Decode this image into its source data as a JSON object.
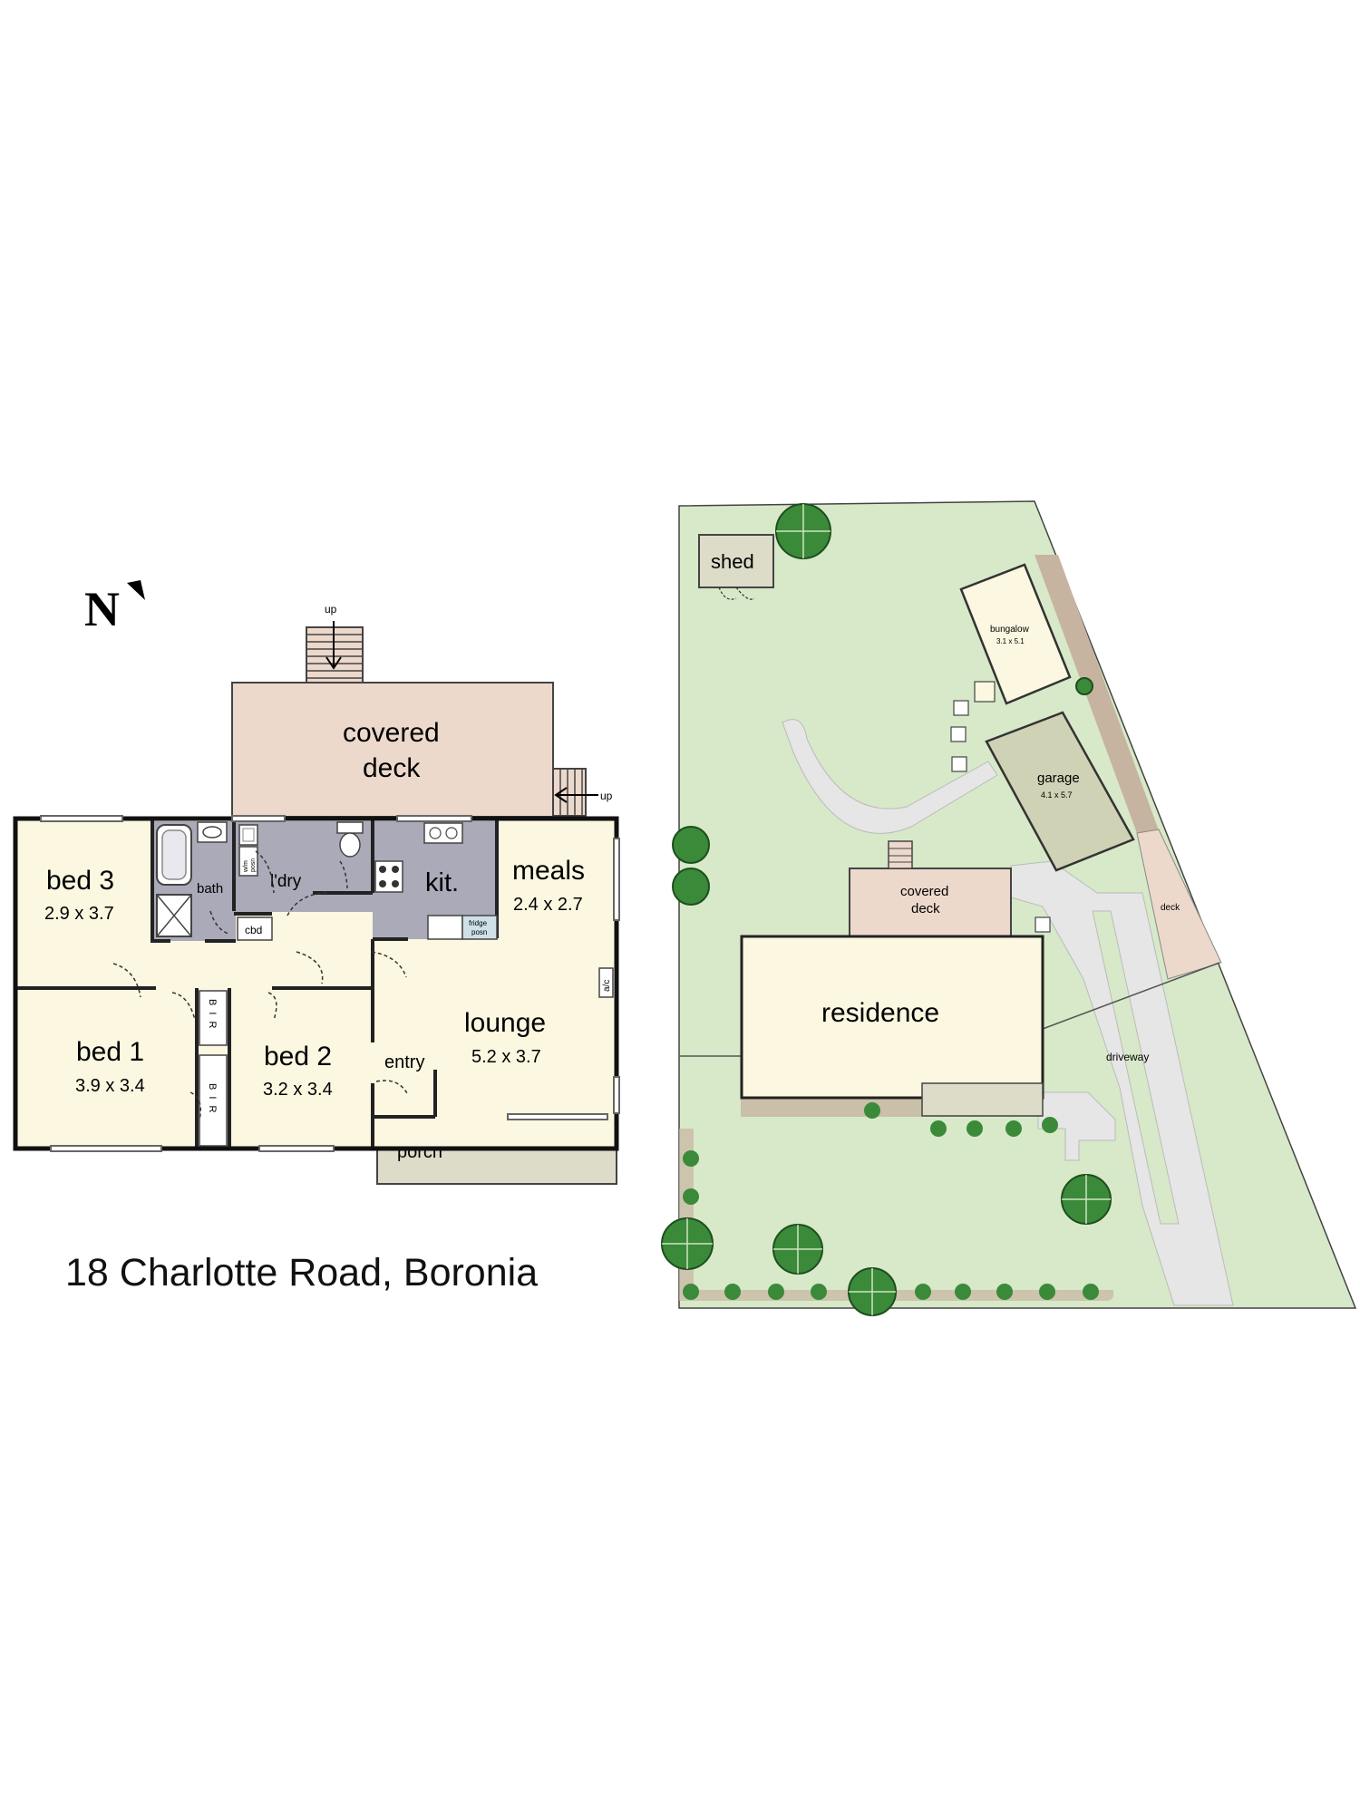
{
  "north_label": "N",
  "address": "18 Charlotte Road, Boronia",
  "floor_plan": {
    "covered_deck_line1": "covered",
    "covered_deck_line2": "deck",
    "stair_top_label": "up",
    "stair_side_label": "up",
    "rooms": {
      "bed3": {
        "name": "bed 3",
        "dims": "2.9 x 3.7"
      },
      "bed1": {
        "name": "bed 1",
        "dims": "3.9 x 3.4"
      },
      "bed2": {
        "name": "bed 2",
        "dims": "3.2 x 3.4"
      },
      "meals": {
        "name": "meals",
        "dims": "2.4 x 2.7"
      },
      "lounge": {
        "name": "lounge",
        "dims": "5.2 x 3.7"
      }
    },
    "bath": "bath",
    "laundry": "l'dry",
    "kitchen": "kit.",
    "cbd": "cbd",
    "entry": "entry",
    "porch": "porch",
    "ac": "a/c",
    "fridge_line1": "fridge",
    "fridge_line2": "posn",
    "wm_line1": "w/m",
    "wm_line2": "posn",
    "bir_upper": "B I R",
    "bir_lower": "B I R"
  },
  "site_plan": {
    "shed": "shed",
    "bungalow": {
      "name": "bungalow",
      "dims": "3.1 x 5.1"
    },
    "garage": {
      "name": "garage",
      "dims": "4.1 x 5.7"
    },
    "covered_deck_line1": "covered",
    "covered_deck_line2": "deck",
    "residence": "residence",
    "deck": "deck",
    "driveway": "driveway"
  },
  "colors": {
    "deck": "#ecd9cc",
    "room": "#fbf7e1",
    "wet": "#aaaab9",
    "porch": "#dcdcc8",
    "lawn": "#d7e9c8",
    "path": "#e6e6e6",
    "garage": "#cfd2b4",
    "strip": "#c7b4a0",
    "tree": "#3a8a3a"
  }
}
